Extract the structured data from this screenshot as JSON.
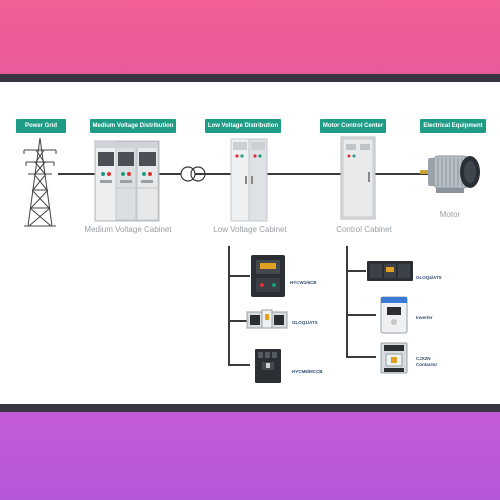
{
  "colors": {
    "tag_bg": "#1f9c86",
    "top_band": "#f35e96",
    "bottom_band": "#c45bd6",
    "line": "#3b3b3b"
  },
  "stages": [
    {
      "tag": "Power Grid",
      "caption": ""
    },
    {
      "tag": "Medium Voltage Distribution",
      "caption": "Medium Voltage Cabinet"
    },
    {
      "tag": "Low Voltage Distribution",
      "caption": "Low Voltage Cabinet"
    },
    {
      "tag": "Motor Control Center",
      "caption": "Control Cabinet"
    },
    {
      "tag": "Electrical Equipment",
      "caption": "Motor"
    }
  ],
  "low_voltage_components": [
    {
      "label": "HYCW1/6CB",
      "icon": "air-circuit-breaker-icon"
    },
    {
      "label": "GLOQ1/ATS",
      "icon": "ats-switch-icon"
    },
    {
      "label": "HYCM6/MCCB",
      "icon": "mccb-icon"
    }
  ],
  "control_components": [
    {
      "label": "GLOQ4/ATS",
      "icon": "ats-controller-icon"
    },
    {
      "label": "Inverter",
      "icon": "inverter-icon"
    },
    {
      "label": "CJX2N Contactor",
      "icon": "contactor-icon"
    }
  ]
}
